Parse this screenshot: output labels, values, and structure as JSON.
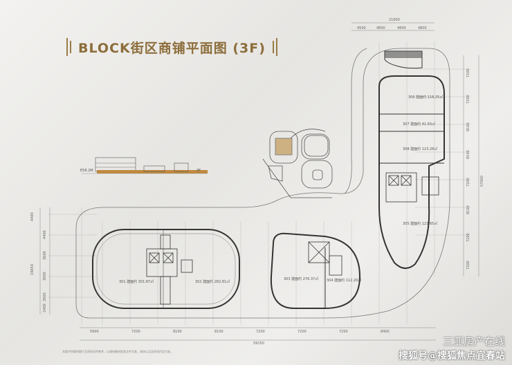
{
  "title": "BLOCK街区商铺平面图 (3F)",
  "units": [
    {
      "id": "u301",
      "label": "301  建面约  301.87㎡"
    },
    {
      "id": "u302",
      "label": "302  建面约  282.81㎡"
    },
    {
      "id": "u303",
      "label": "303  建面约  276.37㎡"
    },
    {
      "id": "u304",
      "label": "304  建面约  112.20㎡"
    },
    {
      "id": "u305",
      "label": "305  建面约  123.65㎡"
    },
    {
      "id": "u306",
      "label": "306  建面约  118.25㎡"
    },
    {
      "id": "u307",
      "label": "307  建面约  41.55㎡"
    },
    {
      "id": "u308",
      "label": "308  建面约  123.28㎡"
    }
  ],
  "elevation_level": "E58.2M",
  "elevation_floor": "3F",
  "dims": {
    "top_total": "21600",
    "top": [
      "4500",
      "4800",
      "4800",
      "4800"
    ],
    "bottom_total": "59150",
    "bottom": [
      "5900",
      "7200",
      "8100",
      "8100",
      "7200",
      "7200",
      "7200",
      "8400"
    ],
    "right_total": "57000",
    "right": [
      "7200",
      "7200",
      "8100",
      "8100",
      "7200",
      "8100",
      "7200",
      "7200"
    ],
    "left": [
      "4400",
      "4400",
      "3600",
      "3000",
      "3000",
      "2400"
    ],
    "left_total": "19650"
  },
  "footnote": "本楼书所载的图片及资料仅供参考，以政府最终批准文件为准，具体以买卖合同约定为准。",
  "watermark": {
    "line1": "三亚房产在线",
    "line2": "搜狐号@搜狐焦点宜春站"
  },
  "colors": {
    "gold": "#8c6d3a",
    "line": "#555555",
    "wall": "#333333"
  }
}
